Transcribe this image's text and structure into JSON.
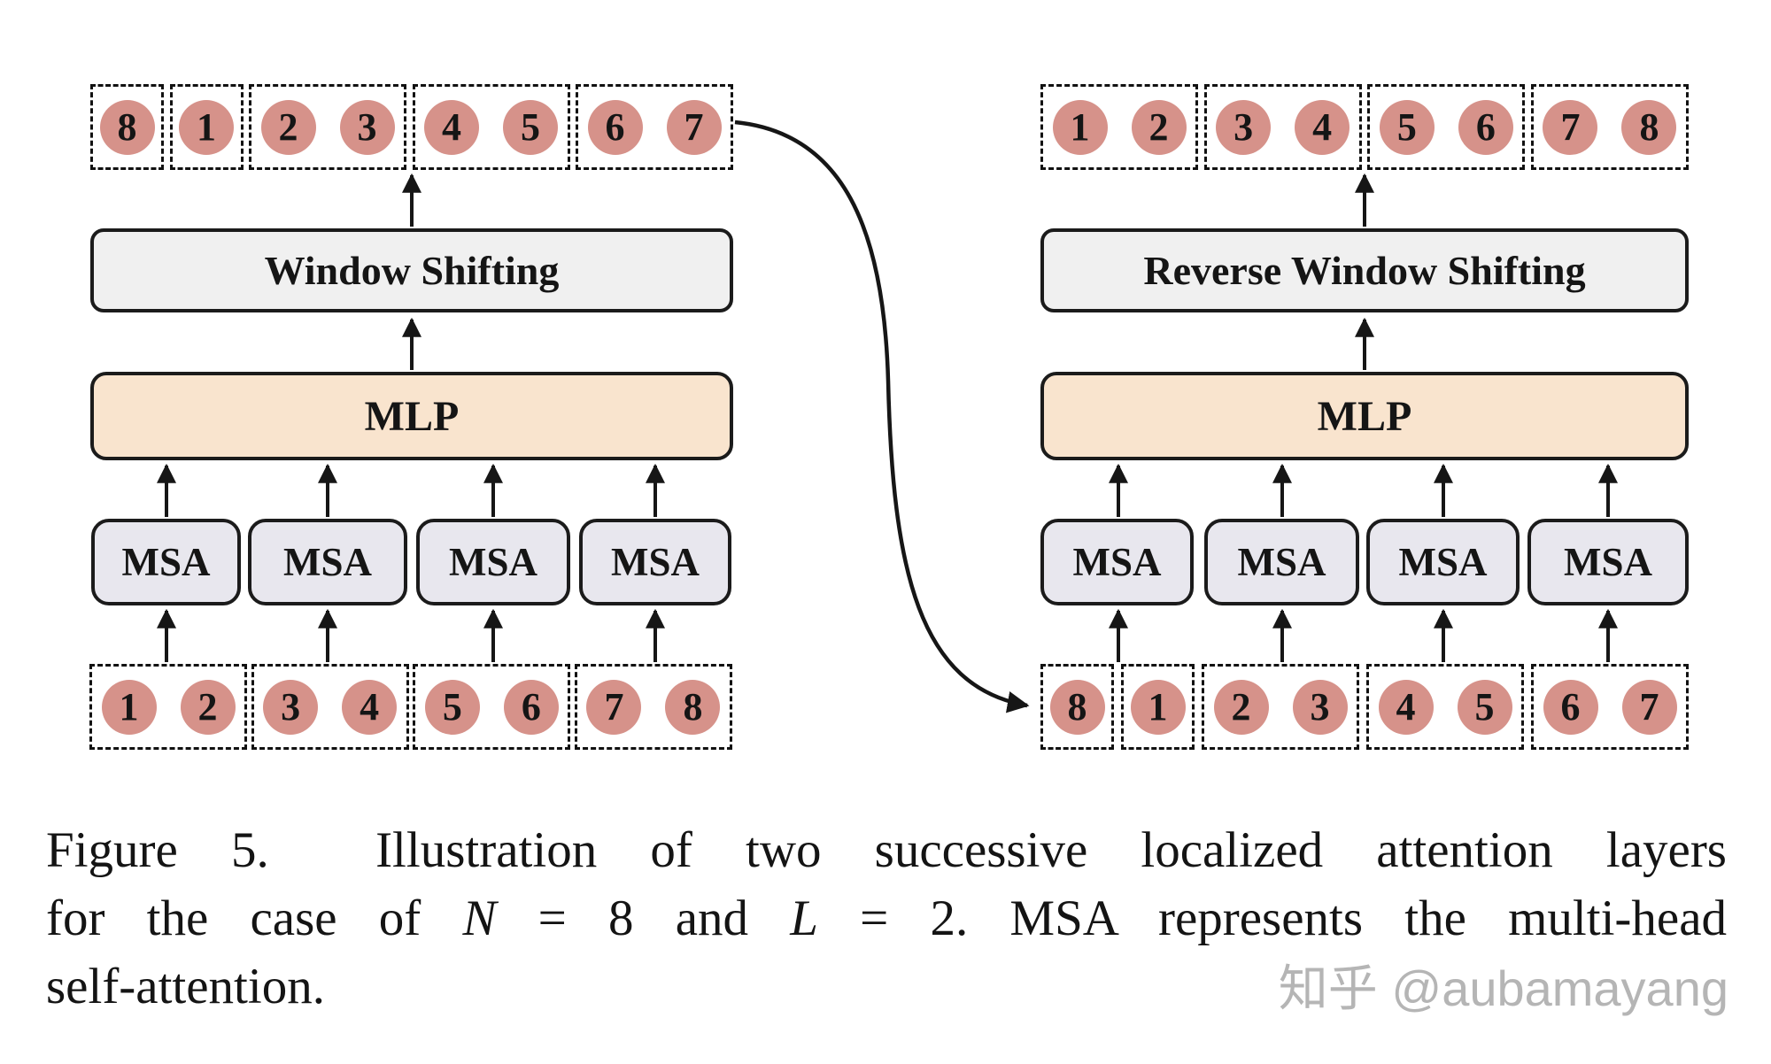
{
  "figure": {
    "left": {
      "top_row": [
        [
          "8"
        ],
        [
          "1"
        ],
        [
          "2",
          "3"
        ],
        [
          "4",
          "5"
        ],
        [
          "6",
          "7"
        ]
      ],
      "shift_label": "Window Shifting",
      "mlp_label": "MLP",
      "msa_label": "MSA",
      "bottom_row": [
        [
          "1",
          "2"
        ],
        [
          "3",
          "4"
        ],
        [
          "5",
          "6"
        ],
        [
          "7",
          "8"
        ]
      ]
    },
    "right": {
      "top_row": [
        [
          "1",
          "2"
        ],
        [
          "3",
          "4"
        ],
        [
          "5",
          "6"
        ],
        [
          "7",
          "8"
        ]
      ],
      "shift_label": "Reverse Window Shifting",
      "mlp_label": "MLP",
      "msa_label": "MSA",
      "bottom_row": [
        [
          "8"
        ],
        [
          "1"
        ],
        [
          "2",
          "3"
        ],
        [
          "4",
          "5"
        ],
        [
          "6",
          "7"
        ]
      ]
    },
    "colors": {
      "token_fill": "#d6928a",
      "shift_box_bg": "#f0f0f0",
      "mlp_box_bg": "#f9e4ce",
      "msa_box_bg": "#e8e7ee",
      "outline": "#1b1b1b",
      "arrow": "#161616",
      "watermark": "#b5b5b5"
    }
  },
  "caption": {
    "lines": [
      {
        "justify": true,
        "segments": [
          {
            "t": "Figure 5.  Illustration of two successive localized attention layers",
            "i": 0
          }
        ]
      },
      {
        "justify": true,
        "segments": [
          {
            "t": "for the case of ",
            "i": 0
          },
          {
            "t": "N",
            "i": 1
          },
          {
            "t": " = 8 and ",
            "i": 0
          },
          {
            "t": "L",
            "i": 1
          },
          {
            "t": " = 2. MSA represents the multi-head",
            "i": 0
          }
        ]
      },
      {
        "justify": false,
        "segments": [
          {
            "t": "self-attention.",
            "i": 0
          }
        ]
      }
    ]
  },
  "watermark": {
    "text": "知乎 @aubamayang"
  }
}
